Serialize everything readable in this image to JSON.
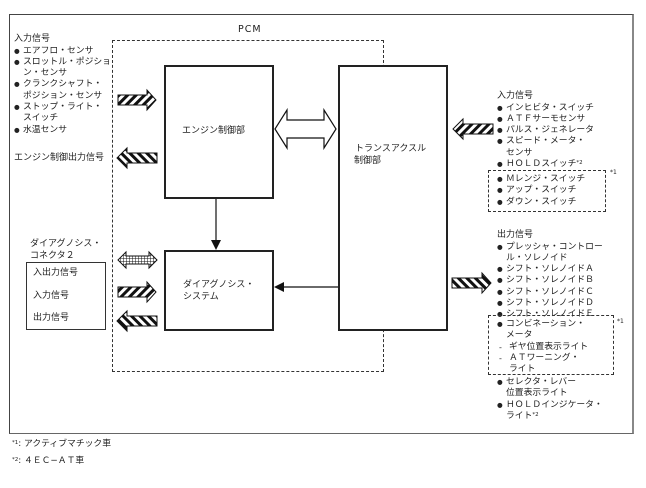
{
  "pcm": {
    "title": "PCM"
  },
  "blocks": {
    "engine": "エンジン制御部",
    "transaxle_line1": "トランスアクスル",
    "transaxle_line2": "制御部",
    "diagnosis_line1": "ダイアグノシス・",
    "diagnosis_line2": "システム"
  },
  "left_inputs": {
    "heading": "入力信号",
    "items": [
      "エアフロ・センサ",
      "スロットル・ポジショ\nン・センサ",
      "クランクシャフト・\nポジション・センサ",
      "ストップ・ライト・\nスイッチ",
      "水温センサ"
    ]
  },
  "engine_output": {
    "label": "エンジン制御出力信号"
  },
  "diag_connector": {
    "title_line1": "ダイアグノシス・",
    "title_line2": "コネクタ２",
    "rows": [
      "入出力信号",
      "入力信号",
      "出力信号"
    ]
  },
  "right_inputs": {
    "heading": "入力信号",
    "items": [
      "インヒビタ・スイッチ",
      "ＡＴＦサーモセンサ",
      "パルス・ジェネレータ",
      "スピード・メータ・\nセンサ",
      "ＨＯＬＤスイッチ"
    ],
    "hold_note": "*2",
    "group_note": "*1",
    "group_items": [
      "Ｍレンジ・スイッチ",
      "アップ・スイッチ",
      "ダウン・スイッチ"
    ]
  },
  "right_outputs": {
    "heading": "出力信号",
    "items": [
      "プレッシャ・コントロー\nル・ソレノイド",
      "シフト・ソレノイドＡ",
      "シフト・ソレノイドＢ",
      "シフト・ソレノイドＣ",
      "シフト・ソレノイドＤ",
      "シフト・ソレノイドＥ"
    ],
    "group_note": "*1",
    "group_main": "コンビネーション・\nメータ",
    "group_subs": [
      "ギヤ位置表示ライト",
      "ＡＴワーニング・\nライト"
    ],
    "after_items": [
      "セレクタ・レバー\n位置表示ライト",
      "ＨＯＬＤインジケータ・\nライト"
    ],
    "hold_note": "*2"
  },
  "footnotes": [
    {
      "mark": "*1",
      "text": ": アクティブマチック車"
    },
    {
      "mark": "*2",
      "text": ": ４ＥＣ−ＡＴ車"
    }
  ]
}
